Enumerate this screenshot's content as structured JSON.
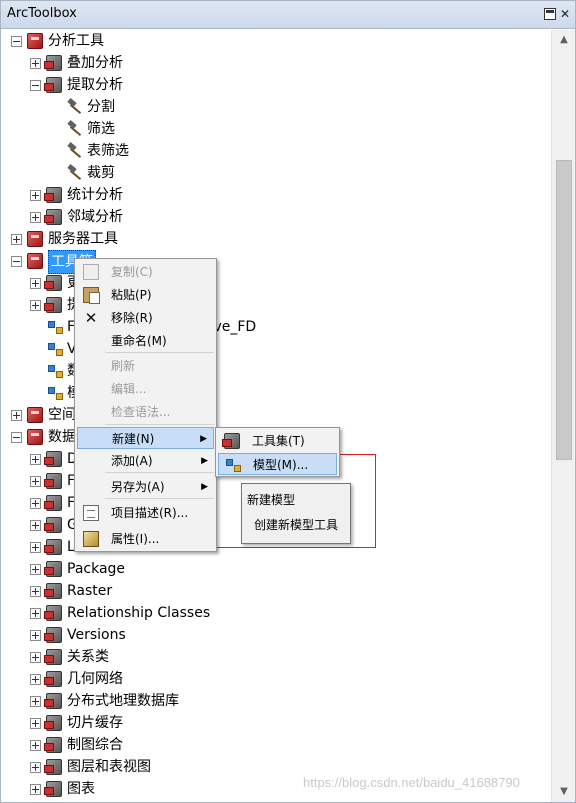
{
  "window": {
    "title": "ArcToolbox"
  },
  "tree": {
    "items": [
      {
        "label": "分析工具",
        "kind": "toolbox",
        "expander": "minus"
      },
      {
        "label": "叠加分析",
        "kind": "toolset",
        "expander": "plus"
      },
      {
        "label": "提取分析",
        "kind": "toolset",
        "expander": "minus"
      },
      {
        "label": "分割",
        "kind": "tool"
      },
      {
        "label": "筛选",
        "kind": "tool"
      },
      {
        "label": "表筛选",
        "kind": "tool"
      },
      {
        "label": "裁剪",
        "kind": "tool"
      },
      {
        "label": "统计分析",
        "kind": "toolset",
        "expander": "plus"
      },
      {
        "label": "邻域分析",
        "kind": "toolset",
        "expander": "plus"
      },
      {
        "label": "服务器工具",
        "kind": "toolbox",
        "expander": "plus"
      },
      {
        "label": "工具箱",
        "kind": "toolbox",
        "expander": "minus",
        "selected": true
      },
      {
        "label": "更",
        "kind": "toolset",
        "expander": "plus"
      },
      {
        "label": "提",
        "kind": "toolset",
        "expander": "plus"
      },
      {
        "label": "F",
        "kind": "model",
        "suffix": "olve_FD"
      },
      {
        "label": "V",
        "kind": "model"
      },
      {
        "label": "数",
        "kind": "model"
      },
      {
        "label": "模",
        "kind": "model"
      },
      {
        "label": "空间",
        "kind": "toolbox",
        "expander": "plus"
      },
      {
        "label": "数据",
        "kind": "toolbox",
        "expander": "minus"
      },
      {
        "label": "D",
        "kind": "toolset",
        "expander": "plus"
      },
      {
        "label": "F",
        "kind": "toolset",
        "expander": "plus"
      },
      {
        "label": "F",
        "kind": "toolset",
        "expander": "plus"
      },
      {
        "label": "G",
        "kind": "toolset",
        "expander": "plus"
      },
      {
        "label": "L",
        "kind": "toolset",
        "expander": "plus"
      },
      {
        "label": "Package",
        "kind": "toolset",
        "expander": "plus"
      },
      {
        "label": "Raster",
        "kind": "toolset",
        "expander": "plus"
      },
      {
        "label": "Relationship Classes",
        "kind": "toolset",
        "expander": "plus"
      },
      {
        "label": "Versions",
        "kind": "toolset",
        "expander": "plus"
      },
      {
        "label": "关系类",
        "kind": "toolset",
        "expander": "plus"
      },
      {
        "label": "几何网络",
        "kind": "toolset",
        "expander": "plus"
      },
      {
        "label": "分布式地理数据库",
        "kind": "toolset",
        "expander": "plus"
      },
      {
        "label": "切片缓存",
        "kind": "toolset",
        "expander": "plus"
      },
      {
        "label": "制图综合",
        "kind": "toolset",
        "expander": "plus"
      },
      {
        "label": "图层和表视图",
        "kind": "toolset",
        "expander": "plus"
      },
      {
        "label": "图表",
        "kind": "toolset",
        "expander": "plus"
      }
    ]
  },
  "context_menu": {
    "items": [
      {
        "label": "复制(C)",
        "disabled": true,
        "icon": "copy-icon"
      },
      {
        "label": "粘贴(P)",
        "disabled": false,
        "icon": "paste-icon"
      },
      {
        "label": "移除(R)",
        "disabled": false,
        "icon": "remove-x-icon"
      },
      {
        "label": "重命名(M)",
        "disabled": false
      },
      {
        "label": "刷新",
        "disabled": true
      },
      {
        "label": "编辑...",
        "disabled": true
      },
      {
        "label": "检查语法...",
        "disabled": true
      },
      {
        "label": "新建(N)",
        "disabled": false,
        "submenu": true,
        "highlighted": true
      },
      {
        "label": "添加(A)",
        "disabled": false,
        "submenu": true
      },
      {
        "label": "另存为(A)",
        "disabled": false,
        "submenu": true
      },
      {
        "label": "项目描述(R)...",
        "disabled": false,
        "icon": "item-description-icon"
      },
      {
        "label": "属性(I)...",
        "disabled": false,
        "icon": "properties-icon"
      }
    ]
  },
  "submenu": {
    "items": [
      {
        "label": "工具集(T)",
        "icon": "toolset-icon"
      },
      {
        "label": "模型(M)...",
        "icon": "model-icon",
        "highlighted": true
      }
    ]
  },
  "tooltip": {
    "title": "新建模型",
    "description": "创建新模型工具"
  },
  "watermark": "https://blog.csdn.net/baidu_41688790"
}
